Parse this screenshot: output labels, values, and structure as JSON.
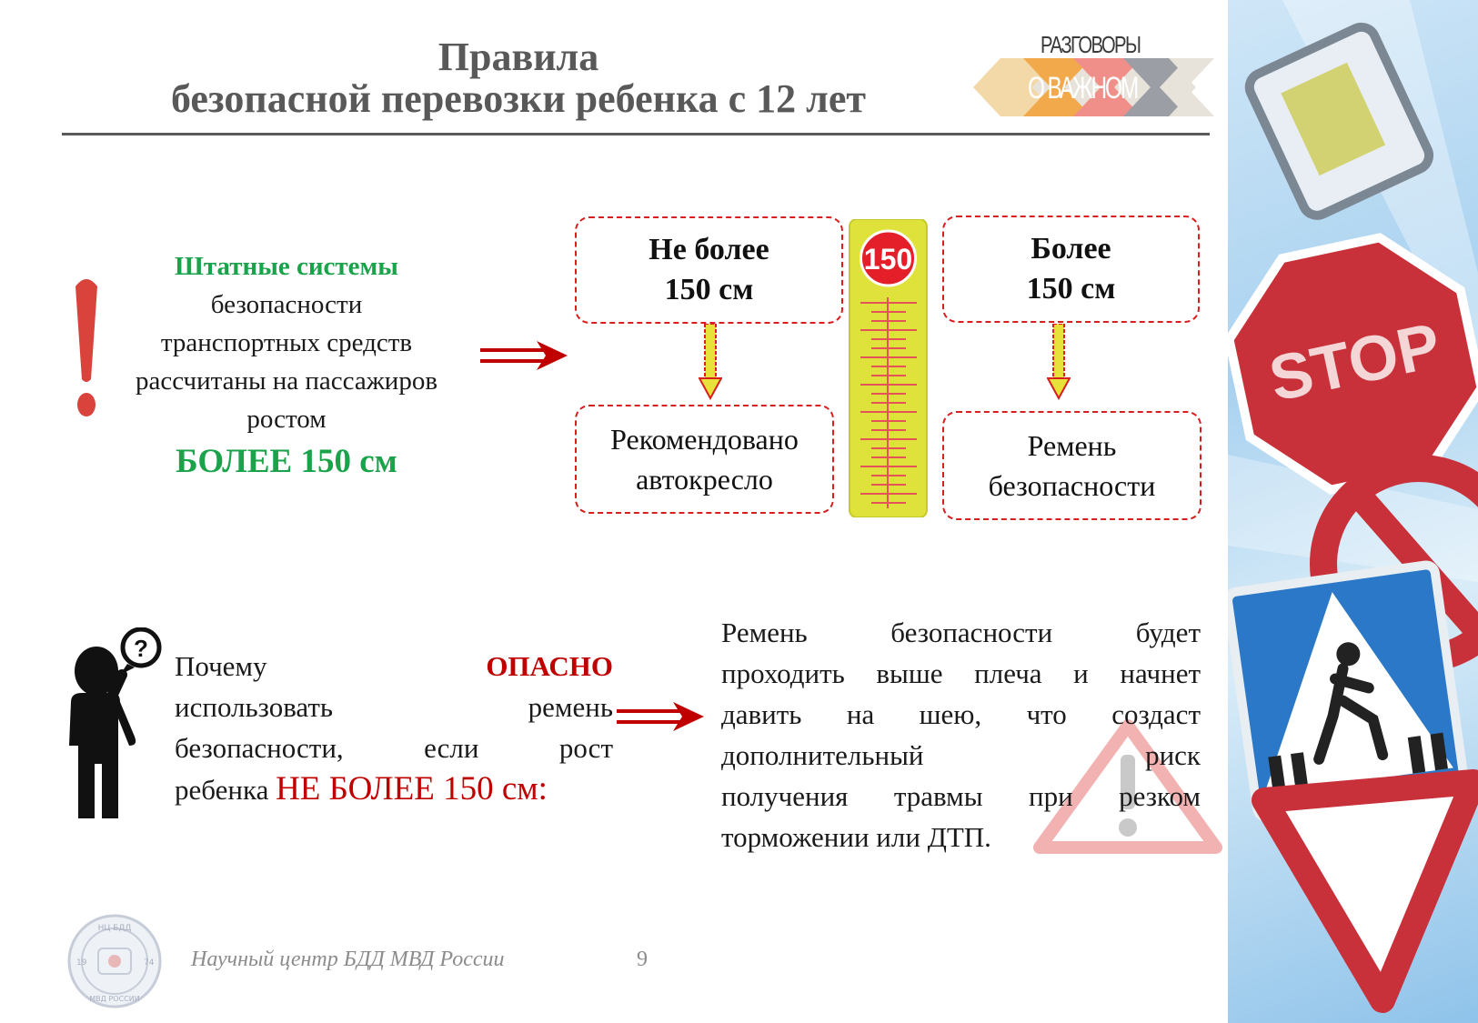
{
  "header": {
    "title_line1": "Правила",
    "title_line2": "безопасной перевозки ребенка с 12 лет",
    "brand_top": "РАЗГОВОРЫ",
    "brand_bottom": "О ВАЖНОМ"
  },
  "safety": {
    "line1": "Штатные системы",
    "line2": "безопасности",
    "line3": "транспортных средств",
    "line4": "рассчитаны на пассажиров",
    "line5": "ростом",
    "line6": "БОЛЕЕ 150 см"
  },
  "height_rule": {
    "marker": "150",
    "left_top_line1": "Не более",
    "left_top_line2": "150 см",
    "left_bottom_line1": "Рекомендовано",
    "left_bottom_line2": "автокресло",
    "right_top_line1": "Более",
    "right_top_line2": "150 см",
    "right_bottom_line1": "Ремень",
    "right_bottom_line2": "безопасности"
  },
  "question": {
    "w1": "Почему",
    "w2": "ОПАСНО",
    "line2": "использовать ремень",
    "line3": "безопасности, если рост",
    "line4_a": "ребенка",
    "line4_b": "НЕ БОЛЕЕ 150 см:"
  },
  "answer": {
    "line1": "Ремень безопасности будет",
    "line2": "проходить выше плеча и начнет",
    "line3": "давить на шею, что создаст",
    "line4": "дополнительный риск",
    "line5": "получения травмы при резком",
    "line6": "торможении или ДТП."
  },
  "footer": {
    "org": "Научный центр БДД МВД России",
    "page": "9",
    "seal_top": "НЦ БДД",
    "seal_bottom": "МВД РОССИИ",
    "seal_left": "19",
    "seal_right": "74"
  },
  "side_panel": {
    "stop_sign_text": "STOP"
  },
  "colors": {
    "accent_red": "#c00000",
    "dash_red": "#d81e1e",
    "green": "#1aa34a",
    "title_gray": "#595959"
  }
}
